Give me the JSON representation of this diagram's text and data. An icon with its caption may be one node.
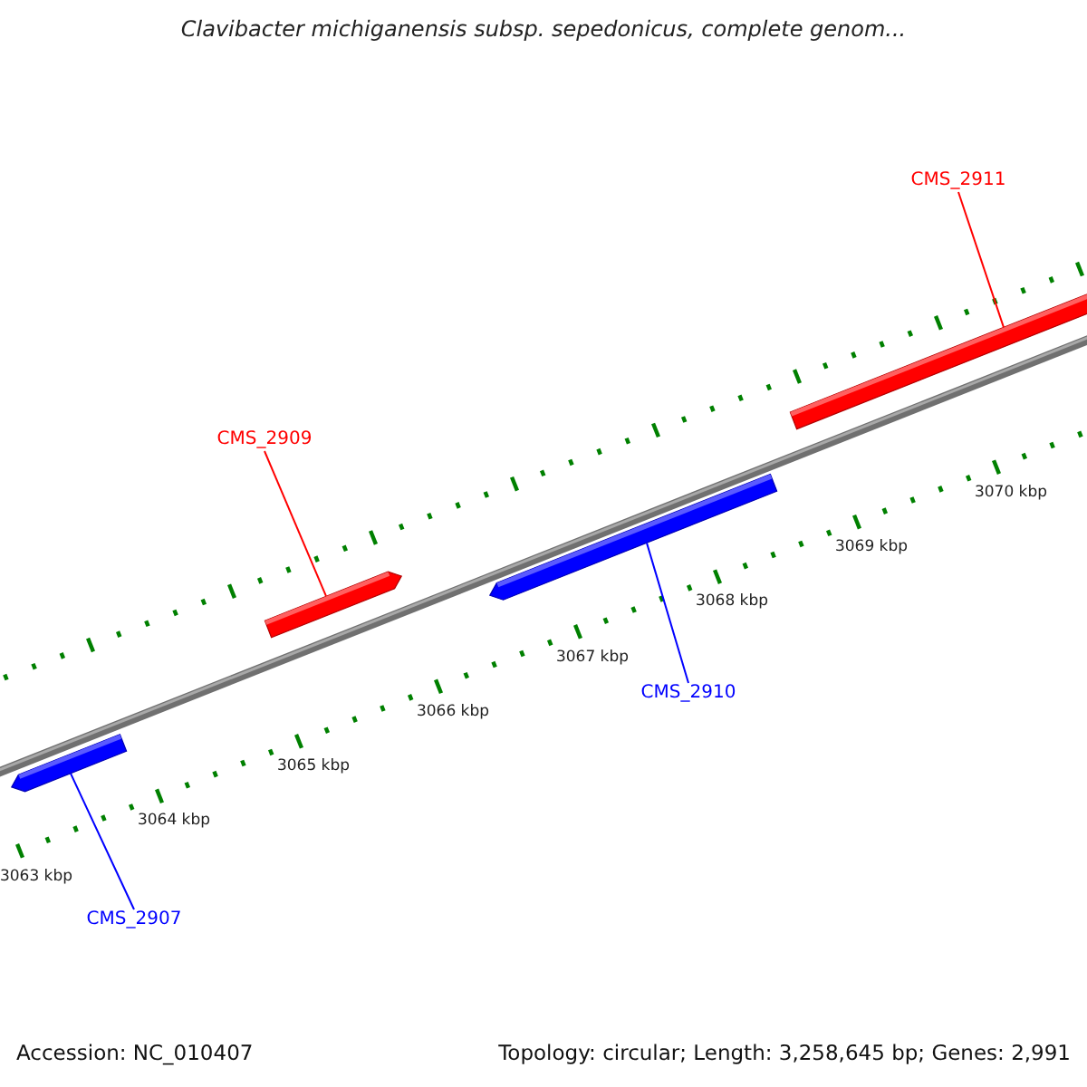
{
  "diagram": {
    "title": "Clavibacter michiganensis subsp. sepedonicus, complete genom...",
    "nodes": [
      {
        "text": [
          "CMS_2911"
        ]
      },
      {
        "text": [
          "CMS_2909"
        ]
      },
      {
        "text": [
          "CMS_2910"
        ]
      },
      {
        "text": [
          "CMS_2907"
        ]
      },
      {
        "text": [],
        "shape": "bar"
      },
      {
        "text": [],
        "shape": "bar"
      },
      {
        "text": [],
        "shape": "bar"
      },
      {
        "text": [],
        "shape": "bar"
      }
    ],
    "edges": [
      {
        "from": 0,
        "to": 7,
        "arrow": "none",
        "color": "#ff0000"
      },
      {
        "from": 1,
        "to": 5,
        "arrow": "none",
        "color": "#ff0000"
      },
      {
        "from": 2,
        "to": 6,
        "arrow": "none",
        "color": "#0000ff"
      },
      {
        "from": 3,
        "to": 4,
        "arrow": "none",
        "color": "#0000ff"
      }
    ],
    "labels": [
      "3063 kbp",
      "3064 kbp",
      "3065 kbp",
      "3066 kbp",
      "3067 kbp",
      "3068 kbp",
      "3069 kbp",
      "3070 kbp",
      "Accession: NC_010407",
      "Topology: circular; Length: 3,258,645 bp; Genes: 2,991"
    ]
  }
}
